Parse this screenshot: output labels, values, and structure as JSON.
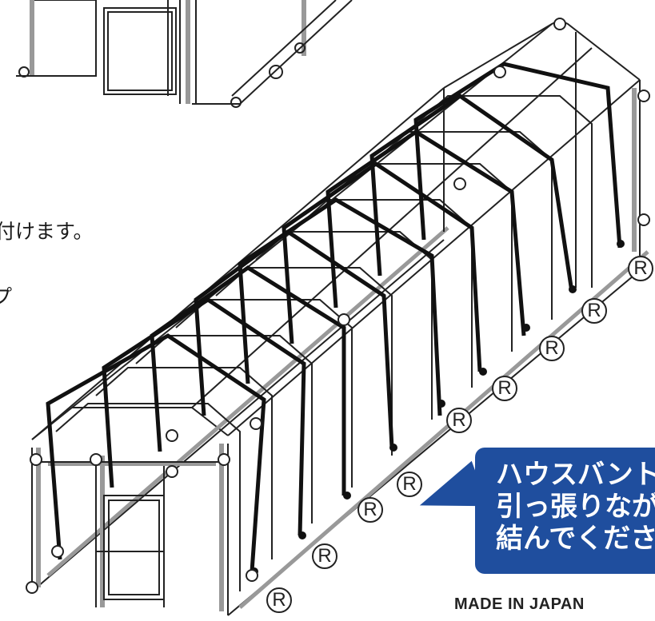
{
  "instructions": {
    "line1": "付けます。",
    "line2": "プ"
  },
  "callout": {
    "line1": "ハウスバント",
    "line2": "引っ張りなが",
    "line3": "結んでくださ",
    "color": "#1f4e9e"
  },
  "registration_mark": "R",
  "footer": {
    "made_in": "MADE IN JAPAN"
  }
}
